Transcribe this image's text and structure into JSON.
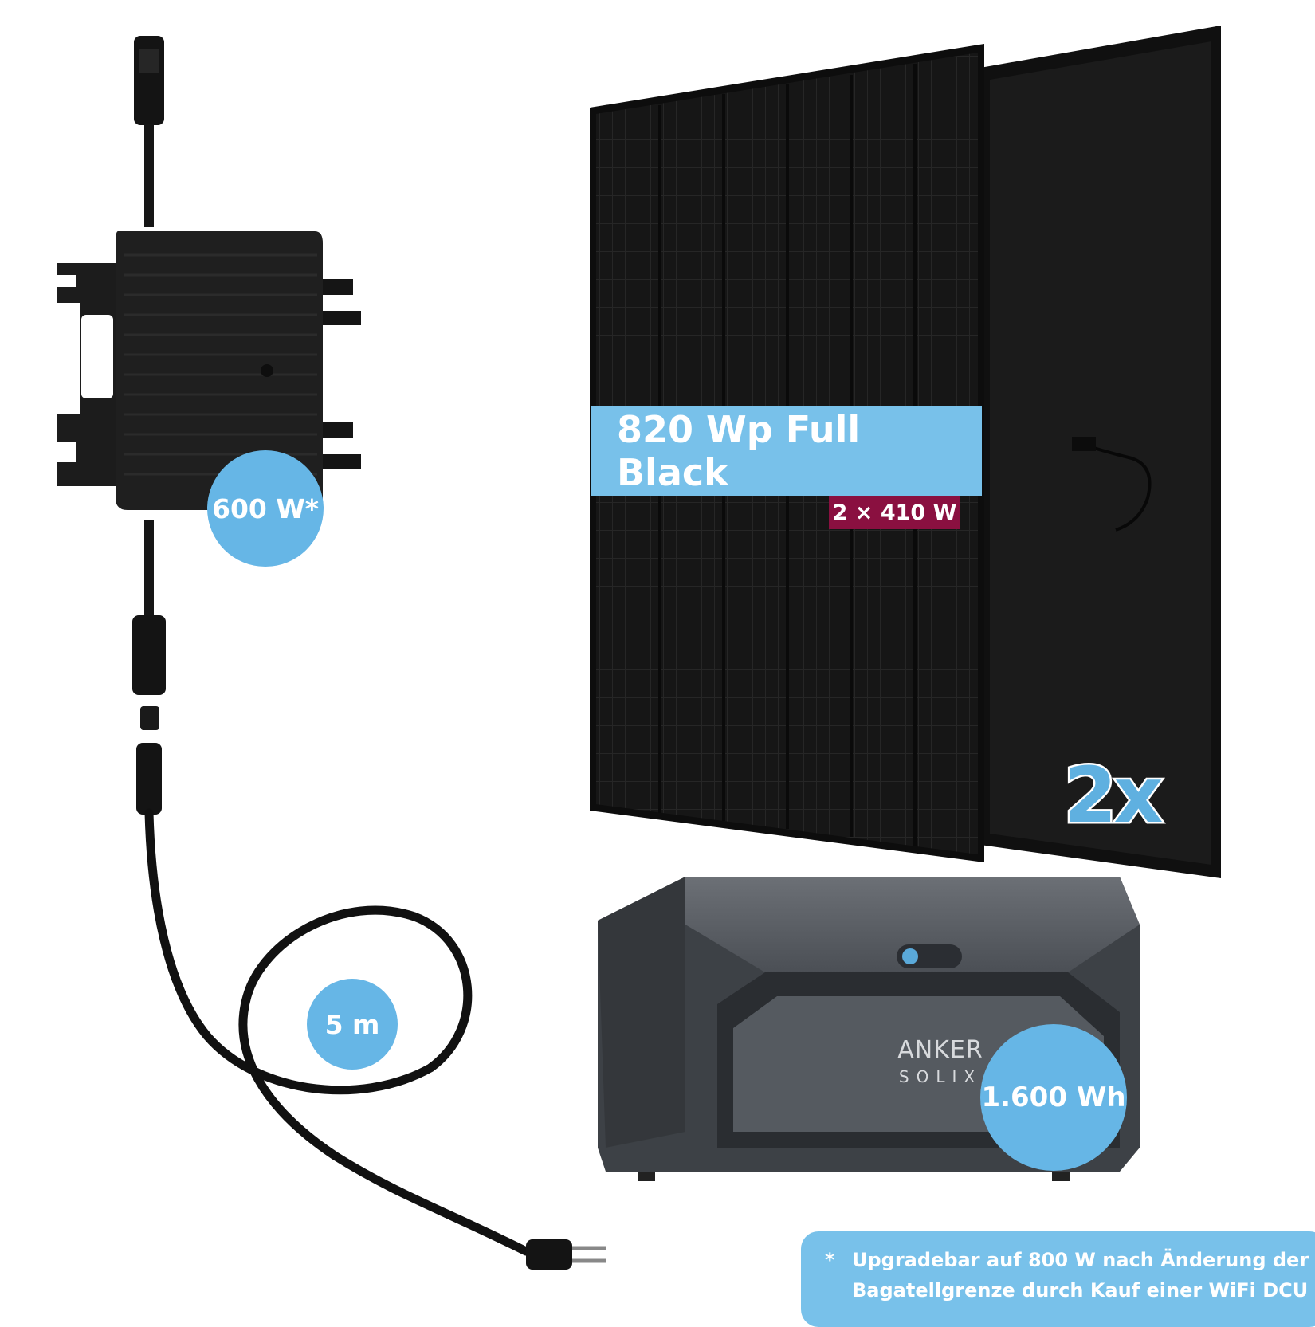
{
  "colors": {
    "badge_blue": "#66b6e6",
    "banner_blue": "#78c1ea",
    "sub_badge": "#8a1040",
    "panel_black": "#141414",
    "battery_grey": "#4a4e53"
  },
  "inverter": {
    "power_label": "600 W*"
  },
  "cable": {
    "length_label": "5 m"
  },
  "panels": {
    "title": "820 Wp Full Black",
    "sub_label": "2 × 410 W",
    "quantity_label": "2x"
  },
  "battery": {
    "brand": "ANKER",
    "series": "SOLIX",
    "capacity_label": "1.600 Wh"
  },
  "footnote": {
    "marker": "*",
    "line1": "Upgradebar auf 800 W nach Änderung der",
    "line2": "Bagatellgrenze durch Kauf einer WiFi DCU"
  }
}
